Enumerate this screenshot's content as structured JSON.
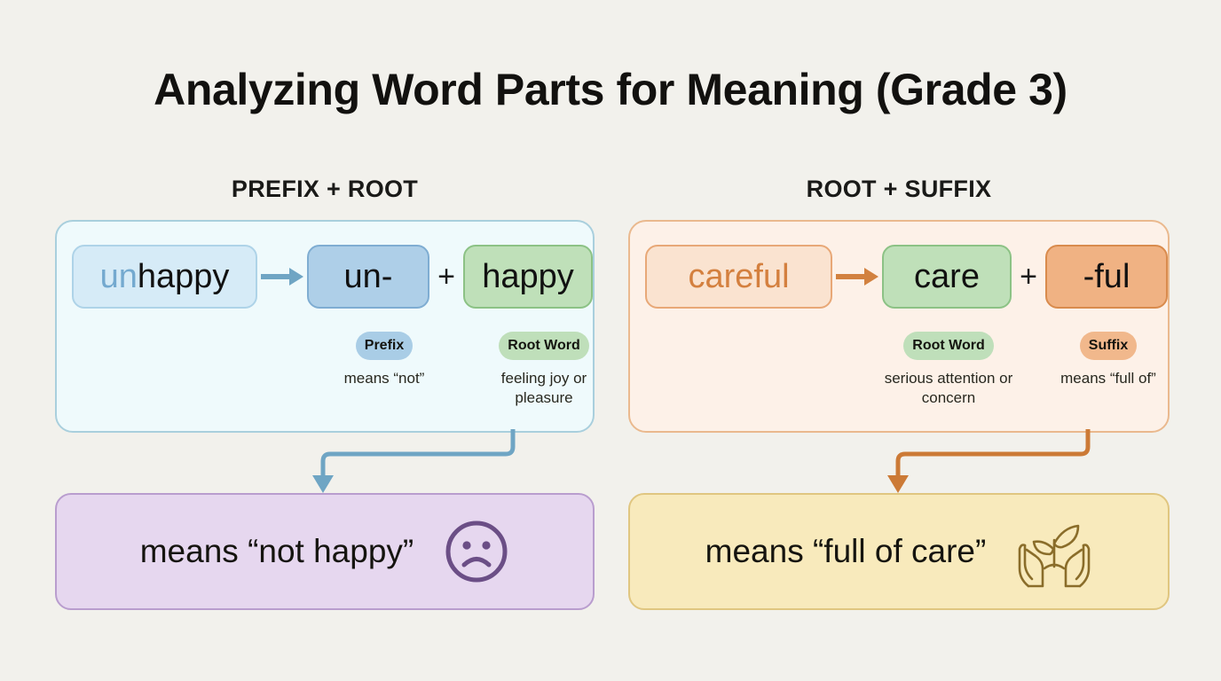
{
  "title": "Analyzing Word Parts for Meaning (Grade 3)",
  "background_color": "#f2f1ec",
  "columns": [
    {
      "header": "PREFIX + ROOT",
      "whole_word": {
        "prefix_part": "un",
        "rest_part": "happy"
      },
      "parts": [
        {
          "chip": "un-",
          "pill": "Prefix",
          "desc": "means “not”"
        },
        {
          "chip": "happy",
          "pill": "Root Word",
          "desc": "feeling joy or pleasure"
        }
      ],
      "plus": "+",
      "result": {
        "text": "means “not happy”",
        "icon": "sad-face-icon"
      },
      "colors": {
        "panel_bg": "#effafc",
        "panel_border": "#a9cfdd",
        "whole_chip_bg": "#d6ebf7",
        "accent": "#6fa5c4",
        "prefix_text": "#74a9cf",
        "result_bg": "#e6d7ef",
        "result_border": "#b99dce",
        "icon": "#6b4e86"
      }
    },
    {
      "header": "ROOT + SUFFIX",
      "whole_word": {
        "prefix_part": "",
        "rest_part": "careful"
      },
      "parts": [
        {
          "chip": "care",
          "pill": "Root Word",
          "desc": "serious attention or concern"
        },
        {
          "chip": "-ful",
          "pill": "Suffix",
          "desc": "means “full of”"
        }
      ],
      "plus": "+",
      "result": {
        "text": "means “full of care”",
        "icon": "hands-plant-icon"
      },
      "colors": {
        "panel_bg": "#fdf1e8",
        "panel_border": "#eab98e",
        "whole_chip_bg": "#fae3d0",
        "accent": "#d2813f",
        "whole_text": "#d4803f",
        "result_bg": "#f8eabc",
        "result_border": "#e0c680",
        "icon": "#8a6d2a"
      }
    }
  ]
}
